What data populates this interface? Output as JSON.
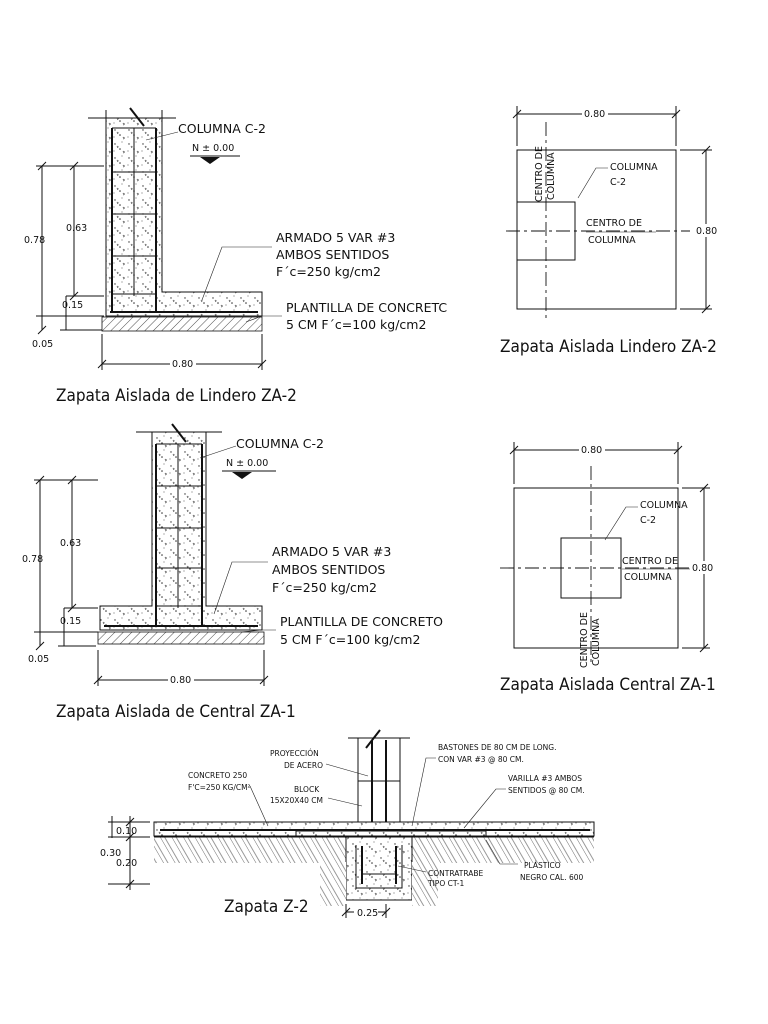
{
  "detail_za2_section": {
    "column_label": "COLUMNA C-2",
    "level_label": "N ± 0.00",
    "rebar_label_1": "ARMADO  5 VAR #3",
    "rebar_label_2": "AMBOS SENTIDOS",
    "rebar_label_3": "F´c=250 kg/cm2",
    "base_label_1": "PLANTILLA DE CONCRETC",
    "base_label_2": "5 CM F´c=100 kg/cm2",
    "dim_total_height": "0.78",
    "dim_column_height": "0.63",
    "dim_footing_thickness": "0.15",
    "dim_base_thickness": "0.05",
    "dim_width": "0.80",
    "title": "Zapata Aislada de Lindero ZA-2"
  },
  "detail_za2_plan": {
    "dim_top": "0.80",
    "dim_right": "0.80",
    "column_label_1": "COLUMNA",
    "column_label_2": "C-2",
    "center_label_1": "CENTRO DE",
    "center_label_2": "COLUMNA",
    "center_vertical_1": "CENTRO DE",
    "center_vertical_2": "COLUMNA",
    "title": "Zapata Aislada Lindero ZA-2"
  },
  "detail_za1_section": {
    "column_label": "COLUMNA C-2",
    "level_label": "N ± 0.00",
    "rebar_label_1": "ARMADO  5 VAR #3",
    "rebar_label_2": "AMBOS SENTIDOS",
    "rebar_label_3": "F´c=250 kg/cm2",
    "base_label_1": "PLANTILLA DE CONCRETO",
    "base_label_2": "5 CM F´c=100 kg/cm2",
    "dim_total_height": "0.78",
    "dim_column_height": "0.63",
    "dim_footing_thickness": "0.15",
    "dim_base_thickness": "0.05",
    "dim_width": "0.80",
    "title": "Zapata Aislada de Central ZA-1"
  },
  "detail_za1_plan": {
    "dim_top": "0.80",
    "dim_right": "0.80",
    "column_label_1": "COLUMNA",
    "column_label_2": "C-2",
    "center_label_1": "CENTRO DE",
    "center_label_2": "COLUMNA",
    "center_vertical_1": "CENTRO DE",
    "center_vertical_2": "COLUMNA",
    "title": "Zapata Aislada Central ZA-1"
  },
  "detail_z2": {
    "projection_1": "PROYECCIÓN",
    "projection_2": "DE ACERO",
    "concrete_1": "CONCRETO 250",
    "concrete_2": "F'C=250 KG/CM²",
    "block_1": "BLOCK",
    "block_2": "15X20X40 CM",
    "bastones_1": "BASTONES DE 80 CM DE LONG.",
    "bastones_2": "CON VAR #3 @ 80 CM.",
    "varilla_1": "VARILLA #3 AMBOS",
    "varilla_2": "SENTIDOS @ 80 CM.",
    "contratrabe_1": "CONTRATRABE",
    "contratrabe_2": "TIPO CT-1",
    "plastico_1": "PLÁSTICO",
    "plastico_2": "NEGRO CAL. 600",
    "dim_010": "0.10",
    "dim_030": "0.30",
    "dim_020": "0.20",
    "dim_025": "0.25",
    "title": "Zapata  Z-2"
  }
}
